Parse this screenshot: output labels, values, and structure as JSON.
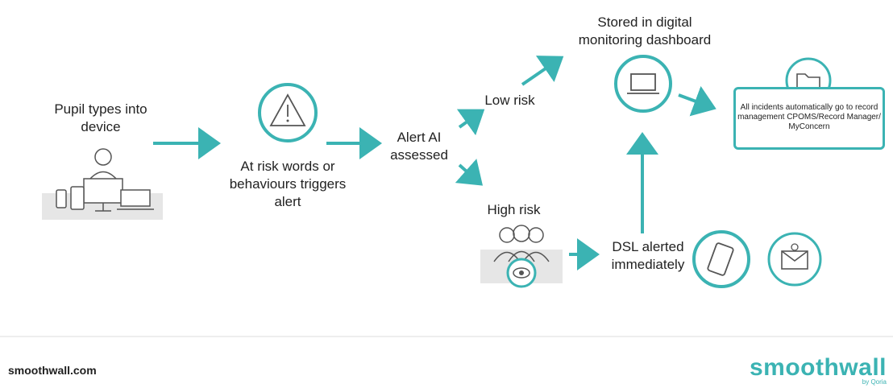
{
  "nodes": {
    "pupil": "Pupil types into device",
    "at_risk": "At risk words or behaviours triggers alert",
    "alert_ai": "Alert AI assessed",
    "low_risk": "Low risk",
    "high_risk": "High risk",
    "stored": "Stored in digital monitoring dashboard",
    "dsl": "DSL alerted immediately",
    "incidents": "All incidents automatically go to record management CPOMS/Record Manager/ MyConcern"
  },
  "footer": {
    "url": "smoothwall.com",
    "brand": "smoothwall",
    "brand_sub": "by Qoria"
  },
  "colors": {
    "accent": "#3bb3b3",
    "gray_panel": "#e6e6e6",
    "text": "#222222"
  },
  "icons": [
    "person-at-computer-icon",
    "warning-triangle-icon",
    "laptop-icon",
    "folder-icon",
    "group-eye-icon",
    "mobile-phone-icon",
    "email-icon"
  ]
}
